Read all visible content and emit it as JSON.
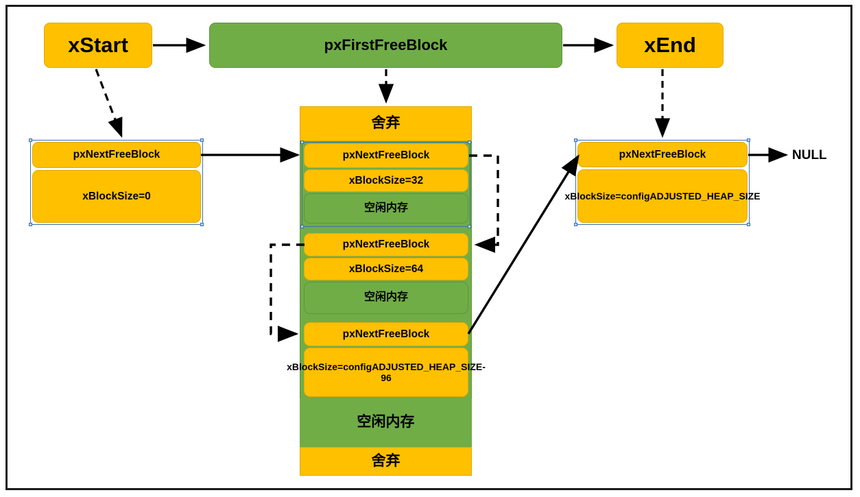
{
  "diagram": {
    "title": "FreeRTOS heap_4 free block list layout",
    "colors": {
      "yellow": "#FFC000",
      "green": "#70AD47",
      "selection_blue": "#3a6fb5",
      "frame": "#1a1a1a",
      "arrow": "#000000"
    },
    "top_row": {
      "start_node": "xStart",
      "first_free_node": "pxFirstFreeBlock",
      "end_node": "xEnd"
    },
    "start_block": {
      "next_ptr": "pxNextFreeBlock",
      "size": "xBlockSize=0"
    },
    "center_column": {
      "top_discard": "舍弃",
      "bottom_discard": "舍弃",
      "bottom_free": "空闲内存",
      "blocks": [
        {
          "next_ptr": "pxNextFreeBlock",
          "size": "xBlockSize=32",
          "free": "空闲内存"
        },
        {
          "next_ptr": "pxNextFreeBlock",
          "size": "xBlockSize=64",
          "free": "空闲内存"
        },
        {
          "next_ptr": "pxNextFreeBlock",
          "size": "xBlockSize=configADJUSTED_HEAP_SIZE-96"
        }
      ]
    },
    "end_block": {
      "next_ptr": "pxNextFreeBlock",
      "size": "xBlockSize=configADJUSTED_HEAP_SIZE"
    },
    "null_label": "NULL"
  }
}
